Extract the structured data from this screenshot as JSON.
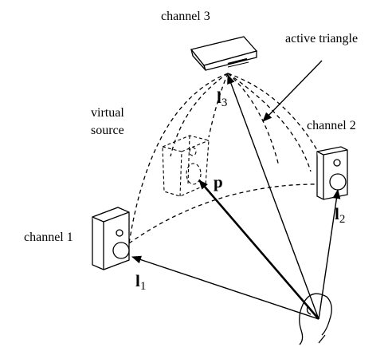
{
  "labels": {
    "channel_3": "channel 3",
    "active_triangle": "active triangle",
    "virtual_source_line1": "virtual",
    "virtual_source_line2": "source",
    "channel_2": "channel 2",
    "channel_1": "channel 1",
    "p": "p",
    "l1_base": "l",
    "l1_sub": "1",
    "l2_base": "l",
    "l2_sub": "2",
    "l3_base": "l",
    "l3_sub": "3"
  },
  "icons": {
    "loudspeaker": "loudspeaker-icon",
    "listener": "listener-head-icon",
    "virtual_speaker": "virtual-speaker-icon"
  }
}
